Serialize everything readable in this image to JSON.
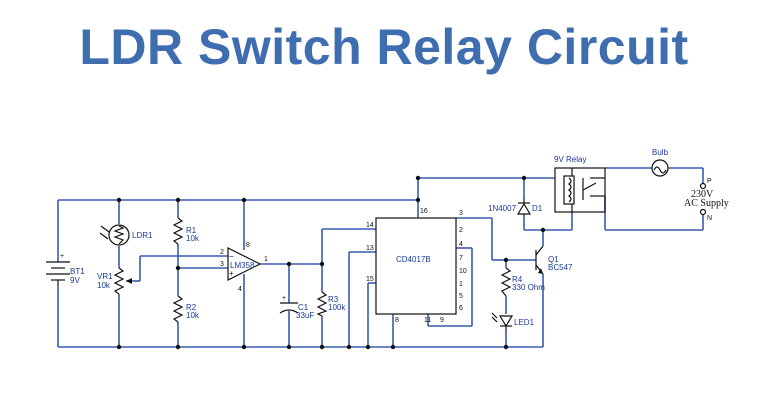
{
  "title": "LDR Switch Relay Circuit",
  "colors": {
    "title": "#3e6db0",
    "wire": "#3a5bb0",
    "label": "#1a3a9a"
  },
  "components": {
    "bt1": {
      "ref": "BT1",
      "value": "9V"
    },
    "ldr1": {
      "ref": "LDR1"
    },
    "vr1": {
      "ref": "VR1",
      "value": "10k"
    },
    "r1": {
      "ref": "R1",
      "value": "10k"
    },
    "r2": {
      "ref": "R2",
      "value": "10k"
    },
    "u1": {
      "ref": "LM358",
      "pins": [
        "2",
        "3",
        "8",
        "4",
        "1"
      ]
    },
    "c1": {
      "ref": "C1",
      "value": "33uF"
    },
    "r3": {
      "ref": "R3",
      "value": "100k"
    },
    "u2": {
      "ref": "CD4017B",
      "pins": [
        "16",
        "14",
        "13",
        "15",
        "8",
        "3",
        "2",
        "4",
        "7",
        "10",
        "1",
        "5",
        "6",
        "9",
        "11"
      ]
    },
    "d1": {
      "ref": "D1",
      "value": "1N4007"
    },
    "relay": {
      "ref": "9V Relay"
    },
    "bulb": {
      "ref": "Bulb"
    },
    "q1": {
      "ref": "Q1",
      "value": "BC547"
    },
    "r4": {
      "ref": "R4",
      "value": "330 Ohm"
    },
    "led1": {
      "ref": "LED1"
    },
    "supply": {
      "line1": "230V",
      "line2": "AC Supply",
      "p": "P",
      "n": "N"
    }
  }
}
